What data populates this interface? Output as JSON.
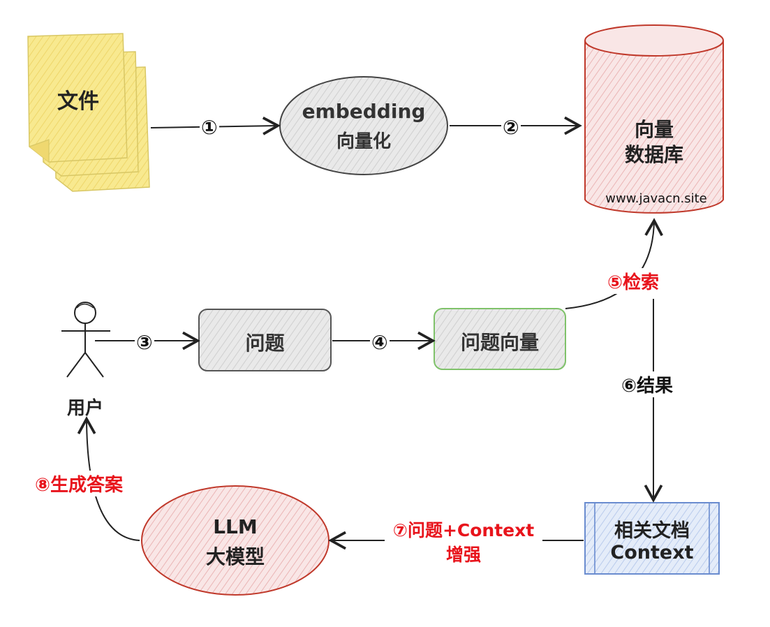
{
  "nodes": {
    "file": {
      "label": "文件"
    },
    "embedding": {
      "line1": "embedding",
      "line2": "向量化"
    },
    "vector_db": {
      "line1": "向量",
      "line2": "数据库",
      "site": "www.javacn.site"
    },
    "user": {
      "label": "用户"
    },
    "question": {
      "label": "问题"
    },
    "question_vector": {
      "label": "问题向量"
    },
    "related_docs": {
      "line1": "相关文档",
      "line2": "Context"
    },
    "llm": {
      "line1": "LLM",
      "line2": "大模型"
    }
  },
  "steps": {
    "s1": "①",
    "s2": "②",
    "s3": "③",
    "s4": "④",
    "s5": "⑤检索",
    "s6": "⑥结果",
    "s7_line1": "⑦问题+Context",
    "s7_line2": "增强",
    "s8": "⑧生成答案"
  },
  "colors": {
    "file_fill": "#f7e58a",
    "embedding_fill": "#e6e6e6",
    "db_fill": "#f6dcdc",
    "db_stroke": "#c0392b",
    "question_fill": "#eeeeee",
    "qvec_stroke": "#7fc26a",
    "docs_fill": "#dbe6f7",
    "docs_stroke": "#6a8ccf",
    "llm_fill": "#f6d6d6",
    "highlight": "#e8141c"
  }
}
